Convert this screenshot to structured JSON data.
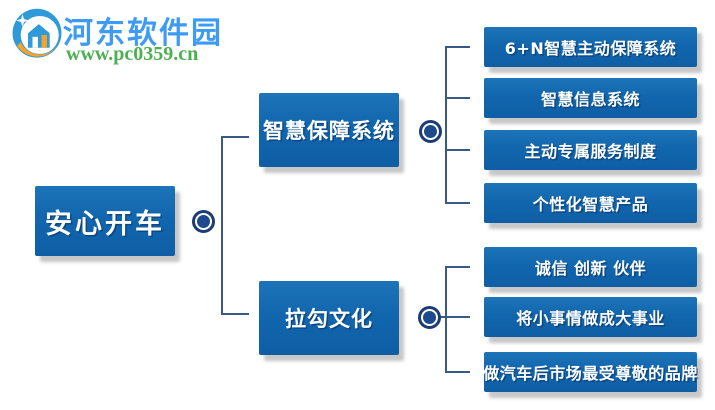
{
  "logo": {
    "site_name": "河东软件园",
    "site_url": "www.pc0359.cn",
    "title_color": "#3E9BF4",
    "url_color": "#4DB050",
    "icon_blue": "#2E9BD8",
    "icon_orange": "#F5A329"
  },
  "colors": {
    "node_fill": "#1166AD",
    "node_text": "#FFFFFF",
    "connector_line": "#3A5A86",
    "bullseye_ring": "#1B3C74",
    "bullseye_dot": "#1C4A8C",
    "background": "#FFFFFF"
  },
  "tree": {
    "root": {
      "label": "安心开车"
    },
    "branches": [
      {
        "label": "智慧保障系统",
        "children": [
          "6+N智慧主动保障系统",
          "智慧信息系统",
          "主动专属服务制度",
          "个性化智慧产品"
        ]
      },
      {
        "label": "拉勾文化",
        "children": [
          "诚信 创新 伙伴",
          "将小事情做成大事业",
          "做汽车后市场最受尊敬的品牌"
        ]
      }
    ]
  }
}
